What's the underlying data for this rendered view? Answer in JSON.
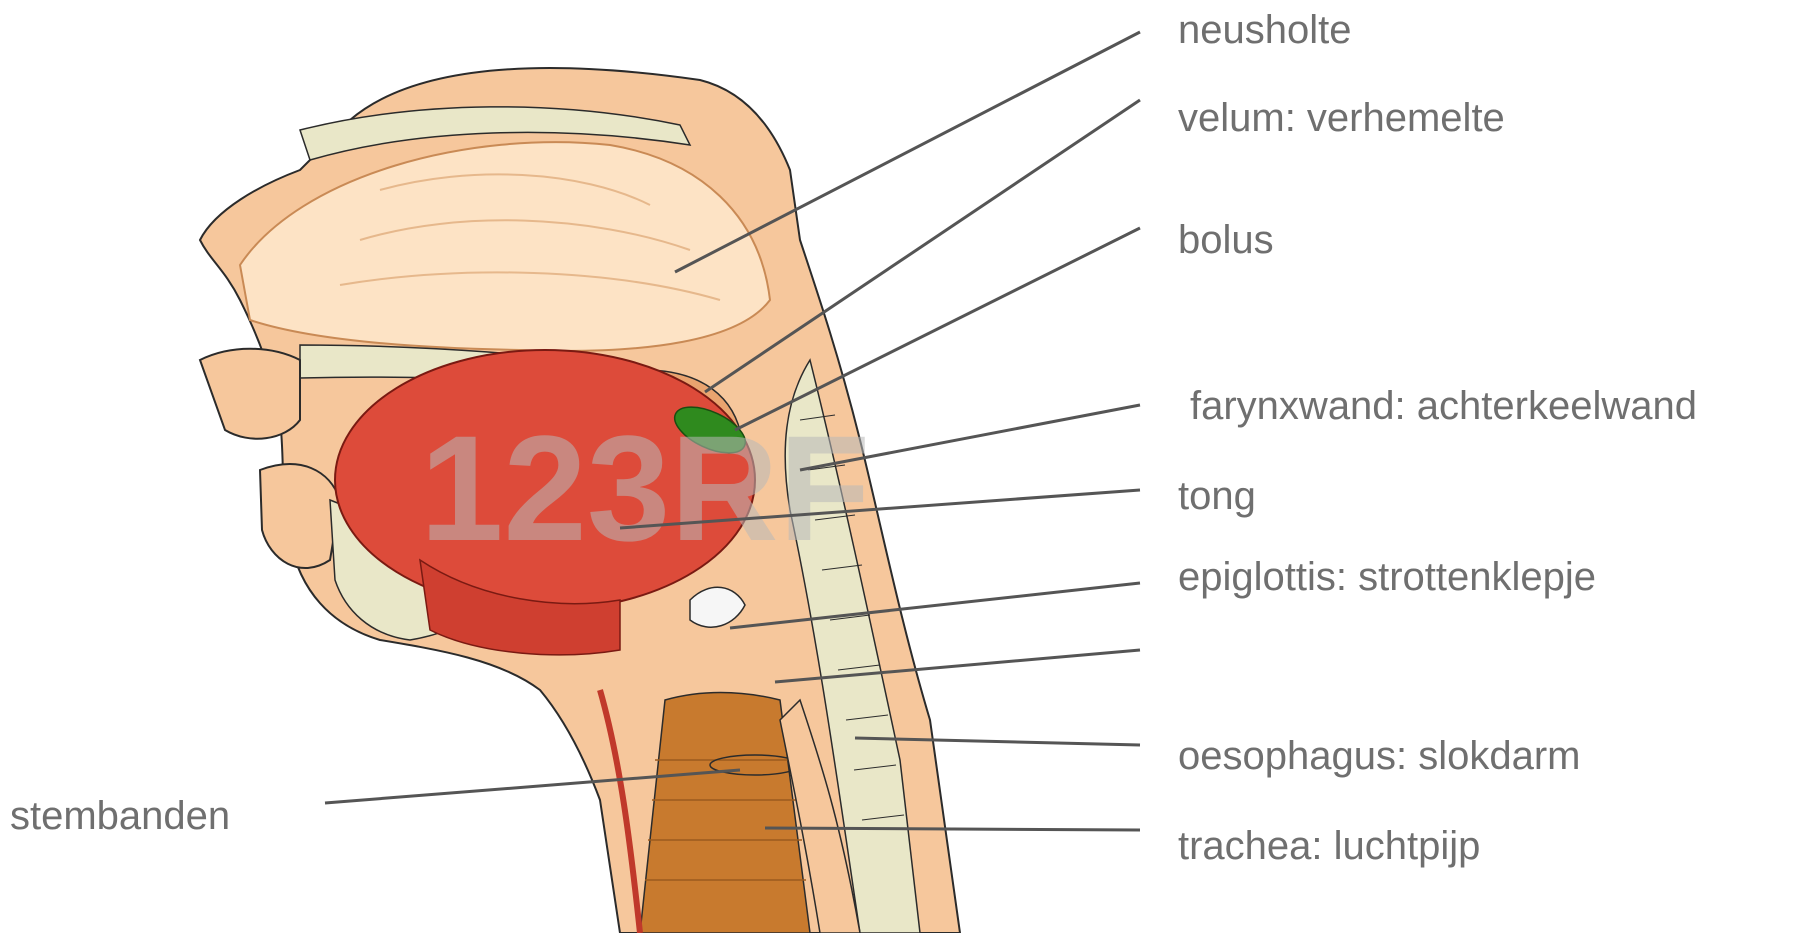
{
  "labels": {
    "neusholte": "neusholte",
    "velum": "velum: verhemelte",
    "bolus": "bolus",
    "farynxwand": "farynxwand: achterkeelwand",
    "tong": "tong",
    "epiglottis": "epiglottis: strottenklepje",
    "oesophagus": "oesophagus: slokdarm",
    "trachea": "trachea: luchtpijp",
    "stembanden": "stembanden"
  },
  "watermark": "123RF",
  "colors": {
    "label_text": "#6f6f6f",
    "leader_line": "#555555",
    "skin": "#f6c79c",
    "skin_dark": "#eaa46f",
    "tongue": "#dd4b3a",
    "bolus": "#2f8a1e",
    "bone": "#e9e7c8",
    "trachea": "#c87a2e",
    "outline": "#2b2b2b"
  }
}
